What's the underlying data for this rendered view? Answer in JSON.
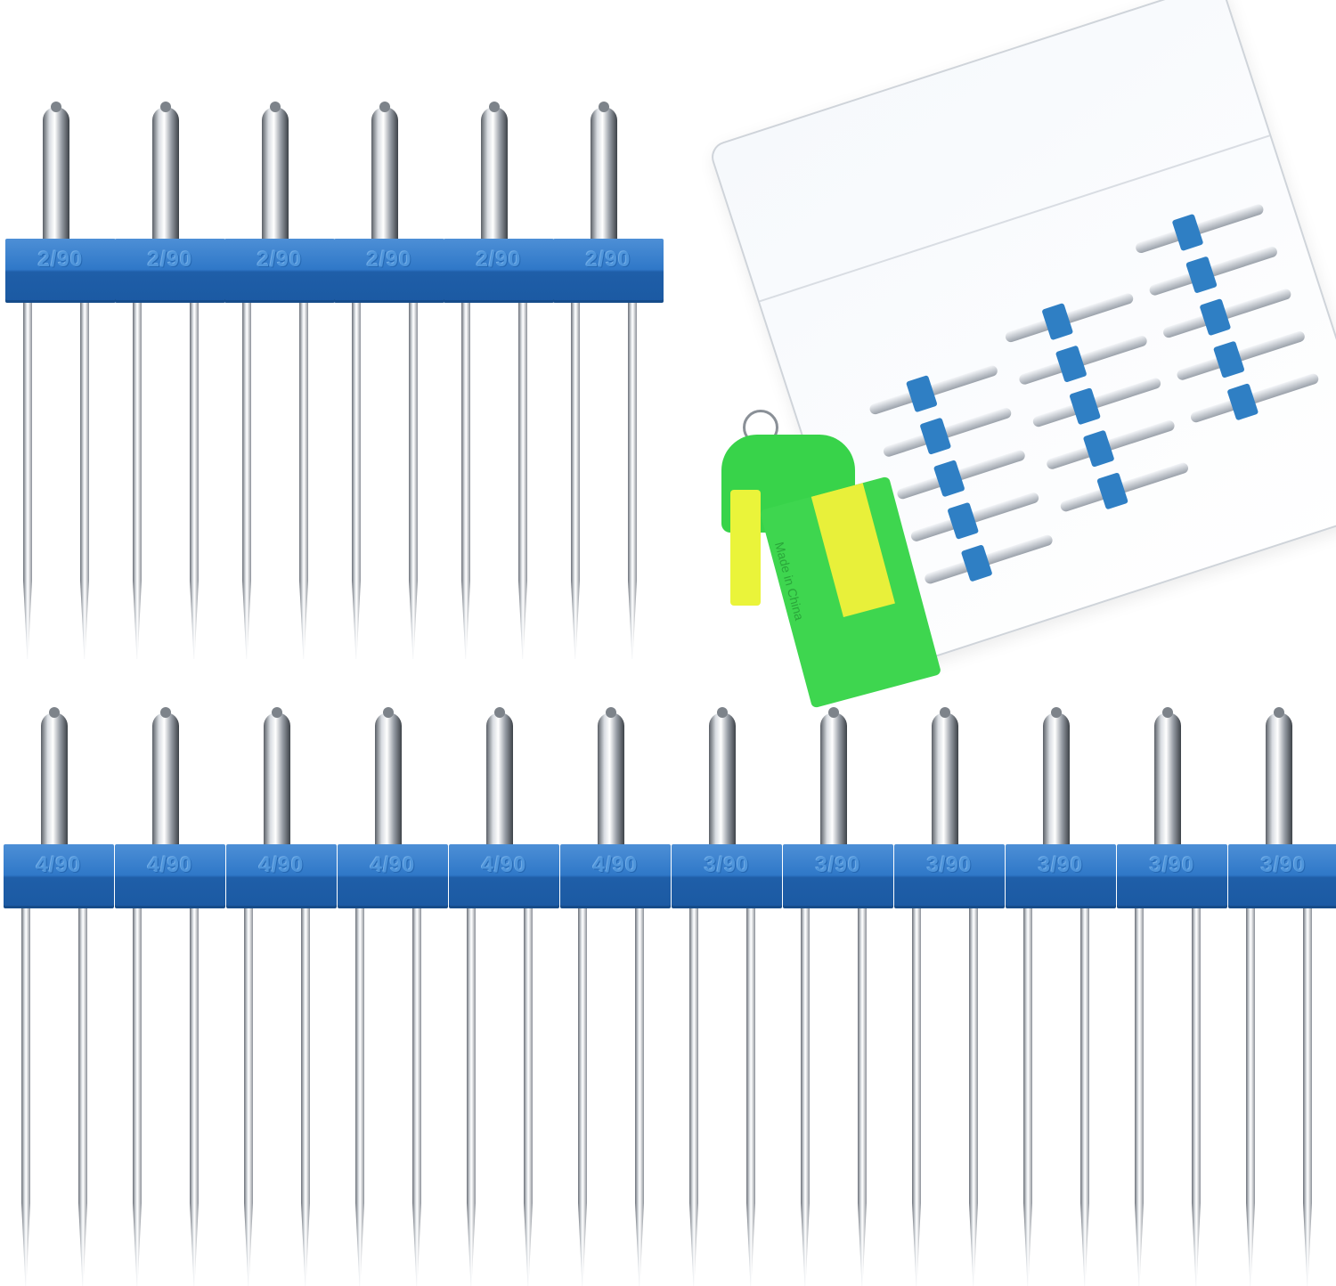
{
  "needles_row1": [
    "2/90",
    "2/90",
    "2/90",
    "2/90",
    "2/90",
    "2/90"
  ],
  "needles_row2": [
    "4/90",
    "4/90",
    "4/90",
    "4/90",
    "4/90",
    "4/90",
    "3/90",
    "3/90",
    "3/90",
    "3/90",
    "3/90",
    "3/90"
  ],
  "threader_text": "Made in China",
  "colors": {
    "block_blue": "#2f78c8",
    "threader_green": "#3ed64f",
    "threader_yellow": "#e8f03a",
    "steel": "#c8ccd2"
  }
}
